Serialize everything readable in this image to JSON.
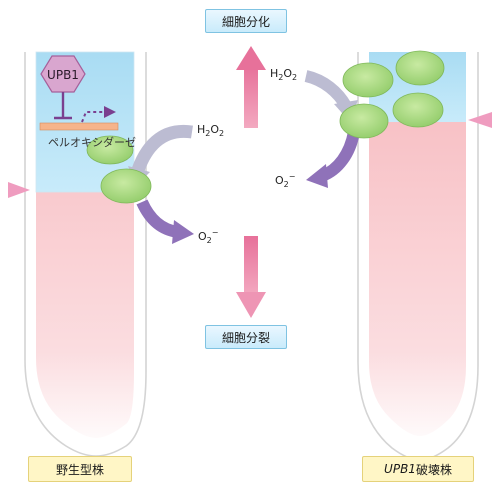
{
  "labels": {
    "differentiation": "細胞分化",
    "division": "細胞分裂",
    "wild_type": "野生型株",
    "mutant_gene": "UPB1",
    "mutant_suffix": "破壊株",
    "upb1": "UPB1",
    "peroxidase": "ペルオキシダーゼ",
    "h2o2_h": "H",
    "h2o2_2a": "2",
    "h2o2_o": "O",
    "h2o2_2b": "2",
    "o2_o": "O",
    "o2_2": "2",
    "o2_minus": "−"
  },
  "colors": {
    "upb1_hexagon": "#d9a6cf",
    "inhibitor": "#7a3f8f",
    "peroxidase_bar": "#f6b48a",
    "cell": "#a8d880",
    "pink_arrow": "#e8729a",
    "h2o2_arrow": "#b8b8d0",
    "o2_arrow": "#9070b8",
    "root_blue": "#bfe4f6",
    "root_pink": "#f8c8cc"
  }
}
